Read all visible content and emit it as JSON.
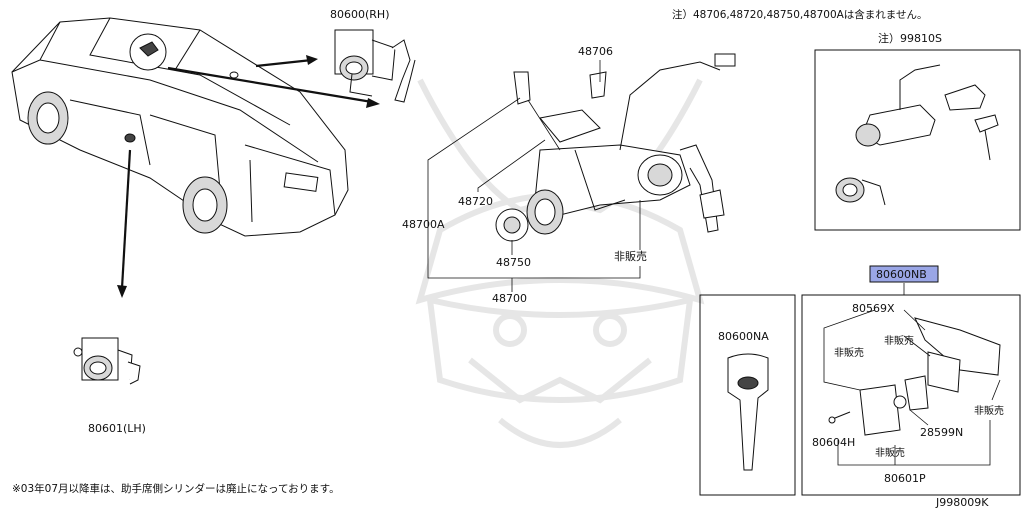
{
  "notes": {
    "top_right": "注）48706,48720,48750,48700Aは含まれません。",
    "bottom_left": "※03年07月以降車は、助手席側シリンダーは廃止になっております。",
    "diagram_code": "J998009K"
  },
  "labels": {
    "rh_cylinder": "80600(RH)",
    "lh_cylinder": "80601(LH)",
    "p48706": "48706",
    "p48720": "48720",
    "p48700A": "48700A",
    "p48750": "48750",
    "p48700": "48700",
    "not_sold_ignition": "非販売",
    "p99810S": "注）99810S",
    "p80600NB": "80600NB",
    "p80600NA": "80600NA",
    "p80569X": "80569X",
    "not_sold_a": "非販売",
    "not_sold_b": "非販売",
    "not_sold_c": "非販売",
    "not_sold_d": "非販売",
    "p28599N": "28599N",
    "p80604H": "80604H",
    "p80601P": "80601P"
  }
}
